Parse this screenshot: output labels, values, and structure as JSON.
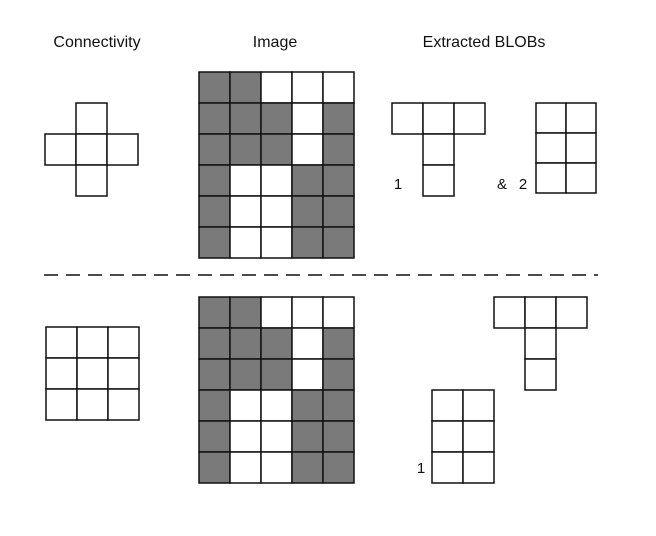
{
  "headers": {
    "connectivity": "Connectivity",
    "image": "Image",
    "extracted": "Extracted BLOBs"
  },
  "colors": {
    "dark": "#7a7a7a",
    "light": "#ffffff",
    "stroke": "#111111"
  },
  "image_grid": [
    [
      1,
      1,
      0,
      0,
      0
    ],
    [
      1,
      1,
      1,
      0,
      1
    ],
    [
      1,
      1,
      1,
      0,
      1
    ],
    [
      1,
      0,
      0,
      1,
      1
    ],
    [
      1,
      0,
      0,
      1,
      1
    ],
    [
      1,
      0,
      0,
      1,
      1
    ]
  ],
  "connectivity": {
    "four": [
      [
        0,
        1,
        0
      ],
      [
        1,
        1,
        1
      ],
      [
        0,
        1,
        0
      ]
    ],
    "eight": [
      [
        1,
        1,
        1
      ],
      [
        1,
        1,
        1
      ],
      [
        1,
        1,
        1
      ]
    ]
  },
  "blobs": {
    "top_blob1": [
      [
        1,
        1,
        1
      ],
      [
        0,
        1,
        0
      ],
      [
        0,
        1,
        0
      ]
    ],
    "top_blob2": [
      [
        1,
        1
      ],
      [
        1,
        1
      ],
      [
        1,
        1
      ]
    ],
    "bottom_blob1": [
      [
        0,
        0,
        1,
        1,
        1
      ],
      [
        0,
        0,
        0,
        1,
        0
      ],
      [
        0,
        0,
        0,
        1,
        0
      ],
      [
        1,
        1,
        0,
        0,
        0
      ],
      [
        1,
        1,
        0,
        0,
        0
      ],
      [
        1,
        1,
        0,
        0,
        0
      ]
    ]
  },
  "labels": {
    "top_blob1": "1",
    "top_ampersand": "&",
    "top_blob2": "2",
    "bottom_blob1": "1"
  }
}
